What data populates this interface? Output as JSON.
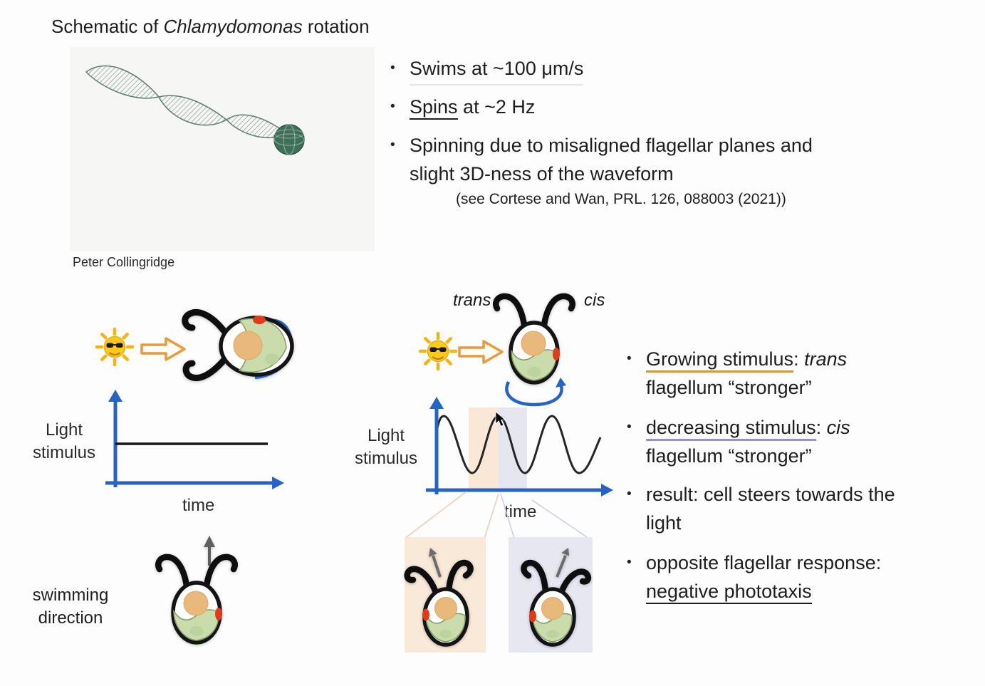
{
  "slide": {
    "bullet_char": "•",
    "title": {
      "prefix": "Schematic of ",
      "species": "Chlamydomonas",
      "suffix": " rotation"
    },
    "credit": "Peter Collingridge",
    "top_bullets": {
      "b1": "Swims at ~100 μm/s",
      "b2_underlined": "Spins",
      "b2_rest": " at ~2 Hz",
      "b3_line1": "Spinning due to misaligned flagellar planes and",
      "b3_line2": "slight 3D-ness of the waveform",
      "citation": "(see Cortese and Wan, PRL. 126, 088003 (2021))"
    },
    "left_diagram": {
      "axis_line1": "Light",
      "axis_line2": "stimulus",
      "time": "time",
      "swim_line1": "swimming",
      "swim_line2": "direction"
    },
    "middle_diagram": {
      "trans": "trans",
      "cis": "cis",
      "axis_line1": "Light",
      "axis_line2": "stimulus",
      "time": "time"
    },
    "right_bullets": {
      "b1_underlined": "Growing stimulus",
      "b1_sep": ": ",
      "b1_italic": "trans",
      "b1_line2": "flagellum “stronger”",
      "b2_underlined": "decreasing stimulus",
      "b2_sep": ": ",
      "b2_italic": "cis",
      "b2_line2": "flagellum “stronger”",
      "b3_line1": "result: cell steers towards the",
      "b3_line2": "light",
      "b4_line1": "opposite flagellar response:",
      "b4_underlined": "negative phototaxis"
    },
    "chart_data": [
      {
        "type": "line",
        "name": "left-stimulus-plot",
        "xlabel": "time",
        "ylabel": "Light stimulus",
        "signal": "constant",
        "grid": false
      },
      {
        "type": "line",
        "name": "middle-stimulus-plot",
        "xlabel": "time",
        "ylabel": "Light stimulus",
        "signal": "sinusoid ~3.5 cycles",
        "highlighted_bands": [
          "rising half-cycle (orange)",
          "falling half-cycle (lavender)"
        ],
        "grid": false
      }
    ],
    "colors": {
      "axis_blue": "#2563c4",
      "arrow_orange": "#e89a3c",
      "underline_orange": "#d79544",
      "underline_purple": "#9b8fcc",
      "band_rising": "#f9e8d5",
      "band_falling": "#e6e6f1",
      "cell_green": "#cadcab",
      "nucleus_orange": "#e9b87b",
      "eyespot_red": "#e13a1b",
      "helix_green": "#51796a"
    }
  }
}
